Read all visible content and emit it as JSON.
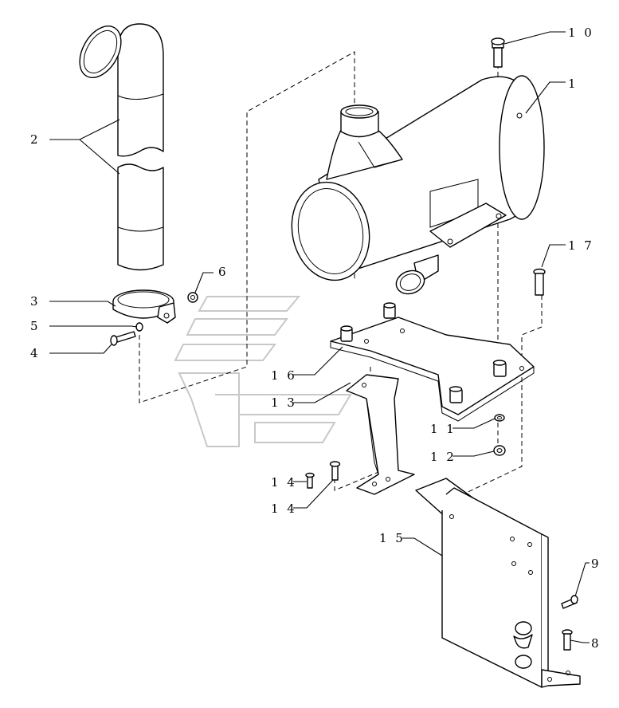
{
  "callouts": {
    "c1": "1",
    "c2": "2",
    "c3": "3",
    "c4": "4",
    "c5": "5",
    "c6": "6",
    "c8": "8",
    "c9": "9",
    "c10": "1 0",
    "c11": "1 1",
    "c12": "1 2",
    "c13": "1 3",
    "c14a": "1 4",
    "c14b": "1 4",
    "c15": "1 5",
    "c16": "1 6",
    "c17": "1 7"
  }
}
